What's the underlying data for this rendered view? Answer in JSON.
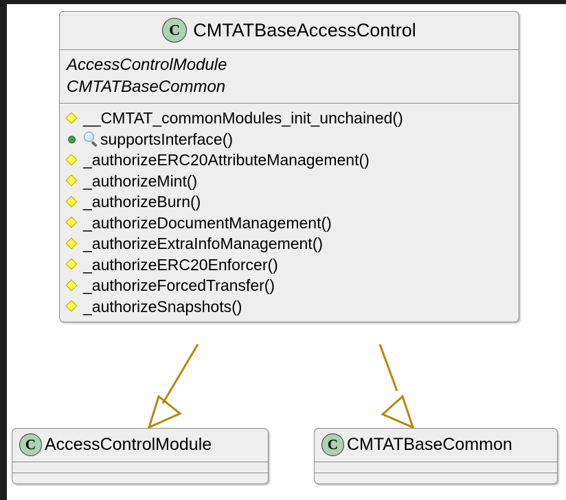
{
  "diagram": {
    "type": "uml-class-diagram",
    "background_color": "#ffffff",
    "box_fill": "#eeeeee",
    "box_border": "#888888",
    "class_icon_color": "#ADD1B2",
    "arrow_color": "#B8860B",
    "protected_marker_color": "#FFFF44",
    "public_marker_color": "#46A04B"
  },
  "main_class": {
    "icon": "class-c-icon",
    "name": "CMTATBaseAccessControl",
    "parents": [
      "AccessControlModule",
      "CMTATBaseCommon"
    ],
    "members": [
      {
        "visibility": "protected",
        "marker": "diamond-icon",
        "query": false,
        "name": "__CMTAT_commonModules_init_unchained()"
      },
      {
        "visibility": "public",
        "marker": "circle-icon",
        "query": true,
        "name": "supportsInterface()"
      },
      {
        "visibility": "protected",
        "marker": "diamond-icon",
        "query": false,
        "name": "_authorizeERC20AttributeManagement()"
      },
      {
        "visibility": "protected",
        "marker": "diamond-icon",
        "query": false,
        "name": "_authorizeMint()"
      },
      {
        "visibility": "protected",
        "marker": "diamond-icon",
        "query": false,
        "name": "_authorizeBurn()"
      },
      {
        "visibility": "protected",
        "marker": "diamond-icon",
        "query": false,
        "name": "_authorizeDocumentManagement()"
      },
      {
        "visibility": "protected",
        "marker": "diamond-icon",
        "query": false,
        "name": "_authorizeExtraInfoManagement()"
      },
      {
        "visibility": "protected",
        "marker": "diamond-icon",
        "query": false,
        "name": "_authorizeERC20Enforcer()"
      },
      {
        "visibility": "protected",
        "marker": "diamond-icon",
        "query": false,
        "name": "_authorizeForcedTransfer()"
      },
      {
        "visibility": "protected",
        "marker": "diamond-icon",
        "query": false,
        "name": "_authorizeSnapshots()"
      }
    ]
  },
  "child_classes": [
    {
      "icon": "class-c-icon",
      "name": "AccessControlModule"
    },
    {
      "icon": "class-c-icon",
      "name": "CMTATBaseCommon"
    }
  ],
  "relations": [
    {
      "type": "generalization",
      "from": "CMTATBaseAccessControl",
      "to": "AccessControlModule"
    },
    {
      "type": "generalization",
      "from": "CMTATBaseAccessControl",
      "to": "CMTATBaseCommon"
    }
  ]
}
